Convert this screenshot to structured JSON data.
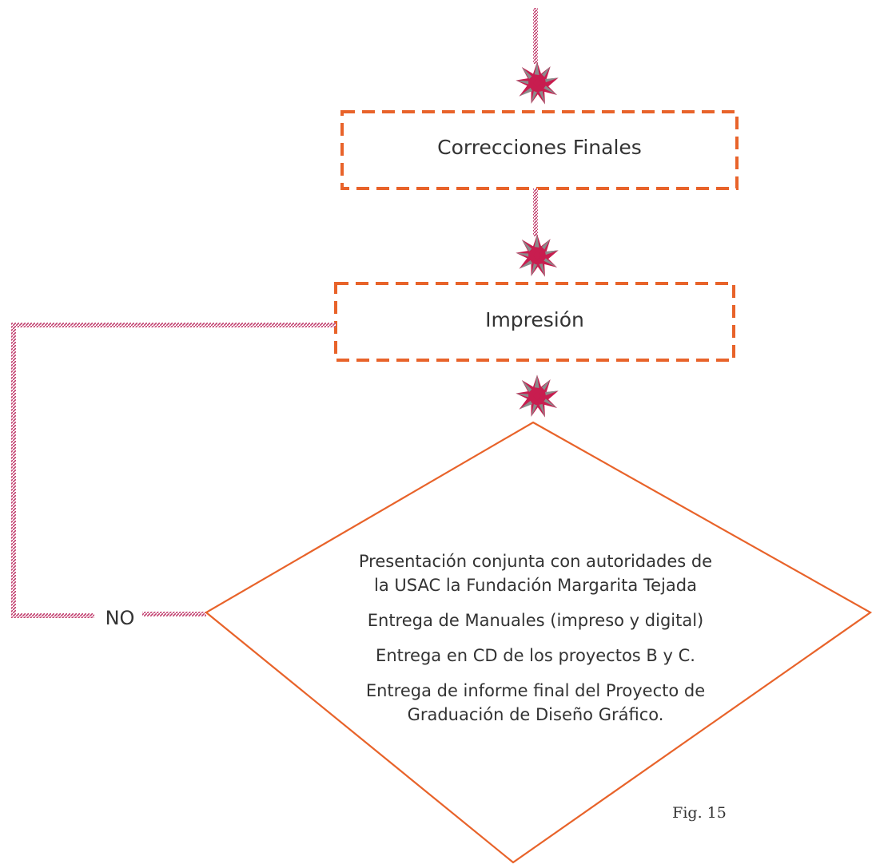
{
  "diagram": {
    "colors": {
      "box_border": "#e8632a",
      "connector": "#c2406f",
      "starburst": "#c81d4f",
      "starburst_shade": "#8b8b8b",
      "text": "#333333"
    },
    "steps": {
      "correcciones": "Correcciones Finales",
      "impresion": "Impresión"
    },
    "decision": {
      "paragraphs": [
        [
          "Presentación conjunta con autoridades de",
          "la USAC la Fundación Margarita Tejada"
        ],
        [
          "Entrega de Manuales (impreso y digital)"
        ],
        [
          "Entrega en CD de los proyectos B y C."
        ],
        [
          "Entrega de informe final del Proyecto de",
          "Graduación de Diseño Gráfico."
        ]
      ]
    },
    "branch": {
      "no_label": "NO"
    },
    "caption": "Fig. 15"
  }
}
